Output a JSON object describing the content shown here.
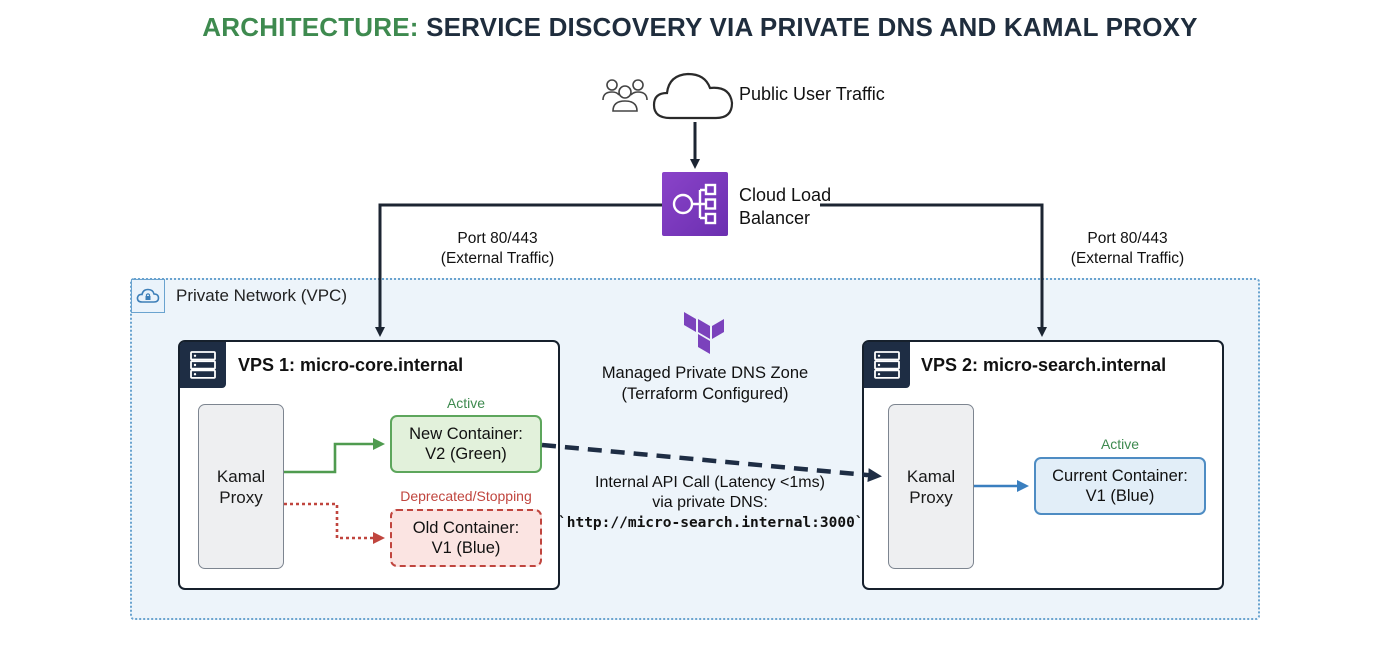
{
  "title": {
    "accent": "ARCHITECTURE:",
    "main": " SERVICE DISCOVERY VIA PRIVATE DNS AND KAMAL PROXY"
  },
  "public_traffic": {
    "label": "Public User Traffic",
    "icons": [
      "users-icon",
      "cloud-icon"
    ]
  },
  "load_balancer": {
    "line1": "Cloud Load",
    "line2": "Balancer",
    "icon": "load-balancer-icon"
  },
  "left_port": {
    "line1": "Port 80/443",
    "line2": "(External Traffic)"
  },
  "right_port": {
    "line1": "Port 80/443",
    "line2": "(External Traffic)"
  },
  "vpc": {
    "label": "Private Network (VPC)",
    "icon": "cloud-lock-icon"
  },
  "dns": {
    "line1": "Managed Private DNS Zone",
    "line2": "(Terraform Configured)",
    "icon": "terraform-icon"
  },
  "vps1": {
    "title": "VPS 1: micro-core.internal",
    "proxy": {
      "line1": "Kamal",
      "line2": "Proxy"
    },
    "active_label": "Active",
    "new_container": {
      "line1": "New Container:",
      "line2": "V2 (Green)"
    },
    "deprecated_label": "Deprecated/Stopping",
    "old_container": {
      "line1": "Old Container:",
      "line2": "V1 (Blue)"
    }
  },
  "vps2": {
    "title": "VPS 2: micro-search.internal",
    "proxy": {
      "line1": "Kamal",
      "line2": "Proxy"
    },
    "active_label": "Active",
    "current_container": {
      "line1": "Current Container:",
      "line2": "V1 (Blue)"
    }
  },
  "api_call": {
    "line1": "Internal API Call (Latency <1ms)",
    "line2": "via private DNS:",
    "line3": "`http://micro-search.internal:3000`"
  },
  "colors": {
    "accent_green": "#3e8a4f",
    "dark_navy": "#1e2d44",
    "vpc_border": "#6aa3cf",
    "lb_purple": "#7b3ab9"
  }
}
